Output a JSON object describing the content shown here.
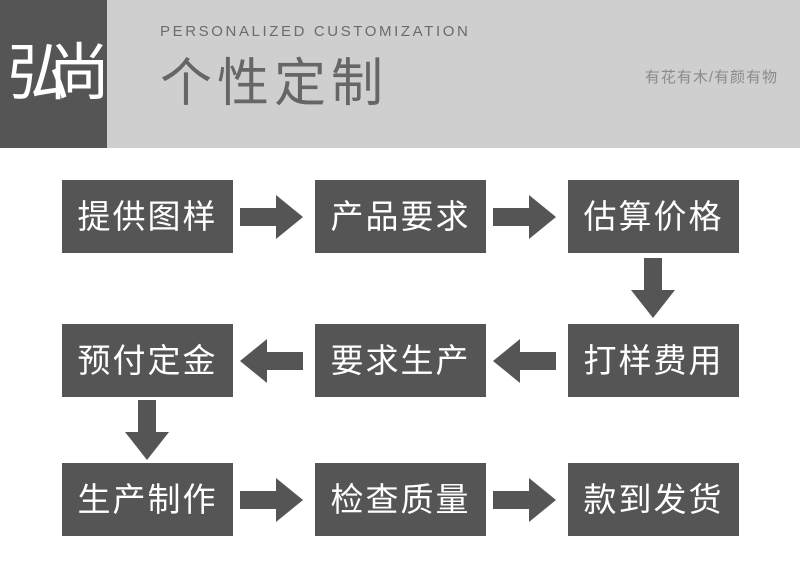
{
  "header": {
    "logo_text": "弘尚",
    "eyebrow": "PERSONALIZED CUSTOMIZATION",
    "title": "个性定制",
    "tagline": "有花有木/有颜有物",
    "background_color": "#cfcfcf",
    "logo_background_color": "#555555",
    "title_color": "#666666"
  },
  "flow": {
    "node_color": "#555555",
    "node_text_color": "#ffffff",
    "arrow_color": "#555555",
    "rows": [
      {
        "nodes": [
          {
            "label": "提供图样"
          },
          {
            "label": "产品要求"
          },
          {
            "label": "估算价格"
          }
        ],
        "arrows": [
          {
            "direction": "right"
          },
          {
            "direction": "right"
          }
        ]
      },
      {
        "nodes": [
          {
            "label": "预付定金"
          },
          {
            "label": "要求生产"
          },
          {
            "label": "打样费用"
          }
        ],
        "arrows": [
          {
            "direction": "left"
          },
          {
            "direction": "left"
          }
        ]
      },
      {
        "nodes": [
          {
            "label": "生产制作"
          },
          {
            "label": "检查质量"
          },
          {
            "label": "款到发货"
          }
        ],
        "arrows": [
          {
            "direction": "right"
          },
          {
            "direction": "right"
          }
        ]
      }
    ],
    "vertical_arrows": [
      {
        "direction": "down",
        "from": "估算价格",
        "to": "打样费用"
      },
      {
        "direction": "down",
        "from": "预付定金",
        "to": "生产制作"
      }
    ]
  }
}
